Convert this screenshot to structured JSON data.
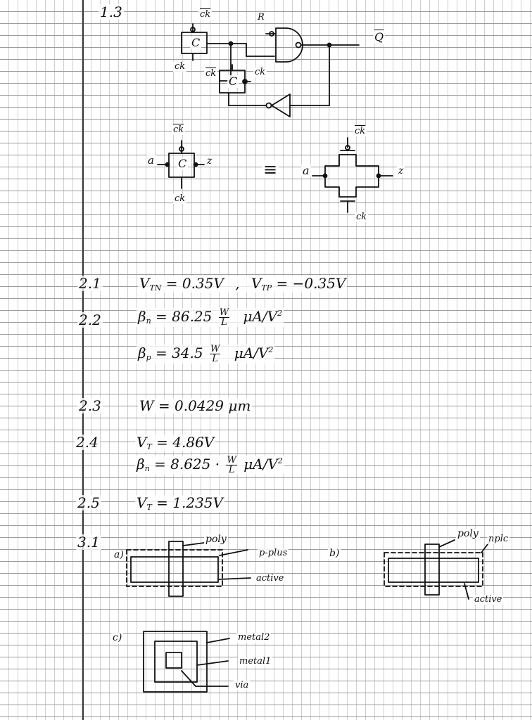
{
  "section_1_3": {
    "number": "1.3",
    "latch": {
      "clk_top": "ck",
      "clk_bottom_left": "ck",
      "gate1_mark": "C",
      "reset_label": "R",
      "gate2_clk_left": "ck",
      "gate2_clk_right": "ck",
      "gate2_mark": "C",
      "output_label": "Q"
    },
    "gate_equivalence": {
      "clk_top": "ck",
      "clk_bottom": "ck",
      "gate_mark": "C",
      "input": "a",
      "output": "z",
      "equiv_sign": "≡",
      "tg_input": "a",
      "tg_output": "z",
      "tg_clk_top": "ck",
      "tg_clk_bottom": "ck"
    }
  },
  "answers": [
    {
      "num": "2.1",
      "v_tn_sym": "V",
      "v_tn_sub": "TN",
      "v_tn_val": " = 0.35V",
      "sep": ",",
      "v_tp_sym": "V",
      "v_tp_sub": "TP",
      "v_tp_val": " = −0.35V"
    },
    {
      "num": "2.2",
      "bn_sym": "β",
      "bn_sub": "n",
      "bn_val": " = 86.25",
      "w": "W",
      "l": "L",
      "bn_unit": "μA/V",
      "sq": "2"
    },
    {
      "bp_sym": "β",
      "bp_sub": "p",
      "bp_val": " = 34.5",
      "w": "W",
      "l": "L",
      "bp_unit": "μA/V",
      "sq": "2"
    },
    {
      "num": "2.3",
      "expr": "W = 0.0429 μm"
    },
    {
      "num": "2.4",
      "vt_sym": "V",
      "vt_sub": "T",
      "vt_val": " = 4.86V",
      "bn_sym": "β",
      "bn_sub": "n",
      "bn_val": " = 8.625 ·",
      "w": "W",
      "l": "L",
      "bn_unit": "μA/V",
      "sq": "2"
    },
    {
      "num": "2.5",
      "vt_sym": "V",
      "vt_sub": "T",
      "vt_val": " = 1.235V"
    }
  ],
  "section_3_1": {
    "number": "3.1",
    "a": {
      "marker": "a)",
      "poly": "poly",
      "pplus": "p-plus",
      "active": "active"
    },
    "b": {
      "marker": "b)",
      "poly": "poly",
      "nplus": "nplc",
      "active": "active"
    },
    "c": {
      "marker": "c)",
      "metal2": "metal2",
      "metal1": "metal1",
      "via": "via"
    }
  }
}
